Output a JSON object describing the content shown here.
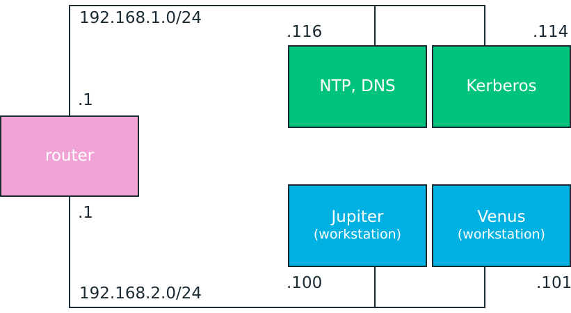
{
  "colors": {
    "link": "#1b2b33",
    "router_fill": "#f2a3d6",
    "server_fill": "#00c37c",
    "workstation_fill": "#00b1e1",
    "text_dark": "#1a2a33",
    "text_light": "#ffffff"
  },
  "networks": {
    "top": {
      "cidr": "192.168.1.0/24"
    },
    "bottom": {
      "cidr": "192.168.2.0/24"
    }
  },
  "router": {
    "label": "router",
    "top_address": ".1",
    "bottom_address": ".1"
  },
  "servers": [
    {
      "name": "NTP, DNS",
      "address": ".116"
    },
    {
      "name": "Kerberos",
      "address": ".114"
    }
  ],
  "workstations": [
    {
      "name": "Jupiter",
      "role": "(workstation)",
      "address": ".100"
    },
    {
      "name": "Venus",
      "role": "(workstation)",
      "address": ".101"
    }
  ]
}
